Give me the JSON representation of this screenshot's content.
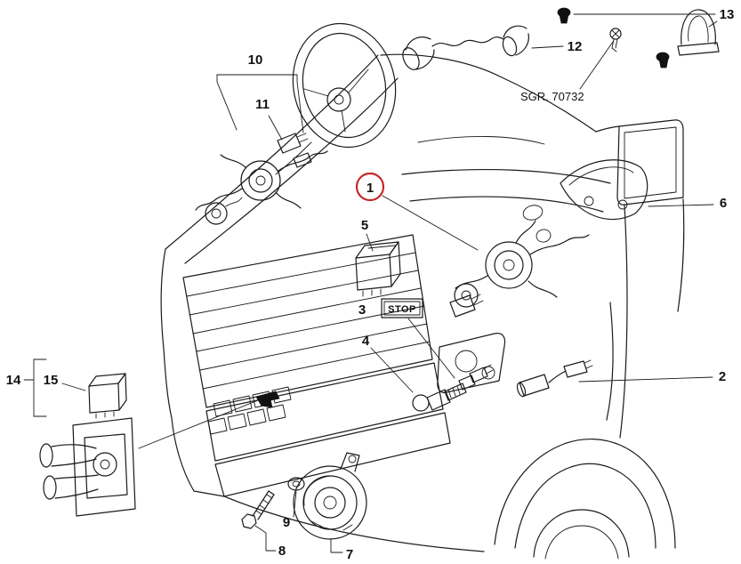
{
  "diagram": {
    "type": "exploded-parts-diagram",
    "subject": "vehicle front horn / switch components",
    "background": "#ffffff",
    "line_color": "#1a1a1a",
    "highlight_color": "#c62828",
    "sgr_label": "SGR. 70732",
    "stop_label": "STOP",
    "callouts": [
      {
        "label": "1",
        "highlighted": true
      },
      {
        "label": "2",
        "highlighted": false
      },
      {
        "label": "3",
        "highlighted": false
      },
      {
        "label": "4",
        "highlighted": false
      },
      {
        "label": "5",
        "highlighted": false
      },
      {
        "label": "6",
        "highlighted": false
      },
      {
        "label": "7",
        "highlighted": false
      },
      {
        "label": "8",
        "highlighted": false
      },
      {
        "label": "9",
        "highlighted": false
      },
      {
        "label": "10",
        "highlighted": false
      },
      {
        "label": "11",
        "highlighted": false
      },
      {
        "label": "12",
        "highlighted": false
      },
      {
        "label": "13",
        "highlighted": false
      },
      {
        "label": "14",
        "highlighted": false
      },
      {
        "label": "15",
        "highlighted": false
      }
    ]
  }
}
